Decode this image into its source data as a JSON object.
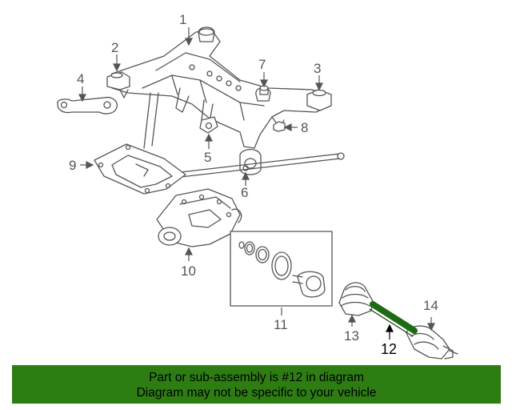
{
  "callouts": {
    "c1": "1",
    "c2": "2",
    "c3": "3",
    "c4": "4",
    "c5": "5",
    "c6": "6",
    "c7": "7",
    "c8": "8",
    "c9": "9",
    "c10": "10",
    "c11": "11",
    "c12": "12",
    "c13": "13",
    "c14": "14"
  },
  "banner": {
    "line1": "Part or sub-assembly is #12 in diagram",
    "line2": "Diagram may not be specific to your vehicle"
  },
  "colors": {
    "banner_background": "#2e7d12",
    "highlight_part": "#1d6b12",
    "line_art": "#555555"
  },
  "highlighted_part": "12"
}
